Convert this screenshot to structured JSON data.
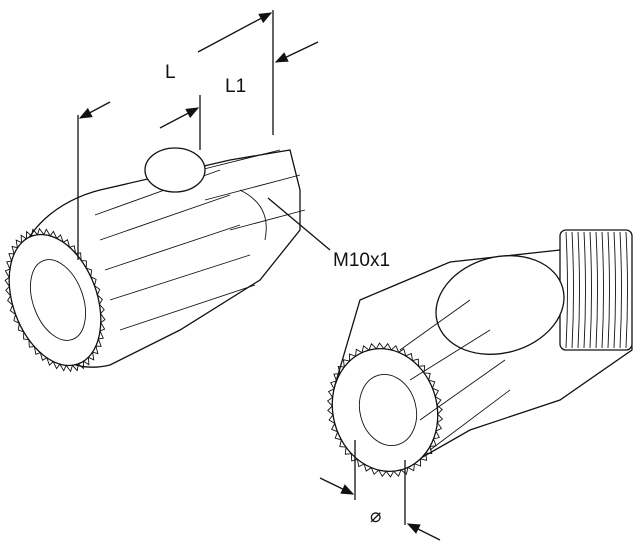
{
  "dimensions": {
    "length": "L",
    "length_1": "L1",
    "thread": "M10x1",
    "diameter": "⌀"
  }
}
